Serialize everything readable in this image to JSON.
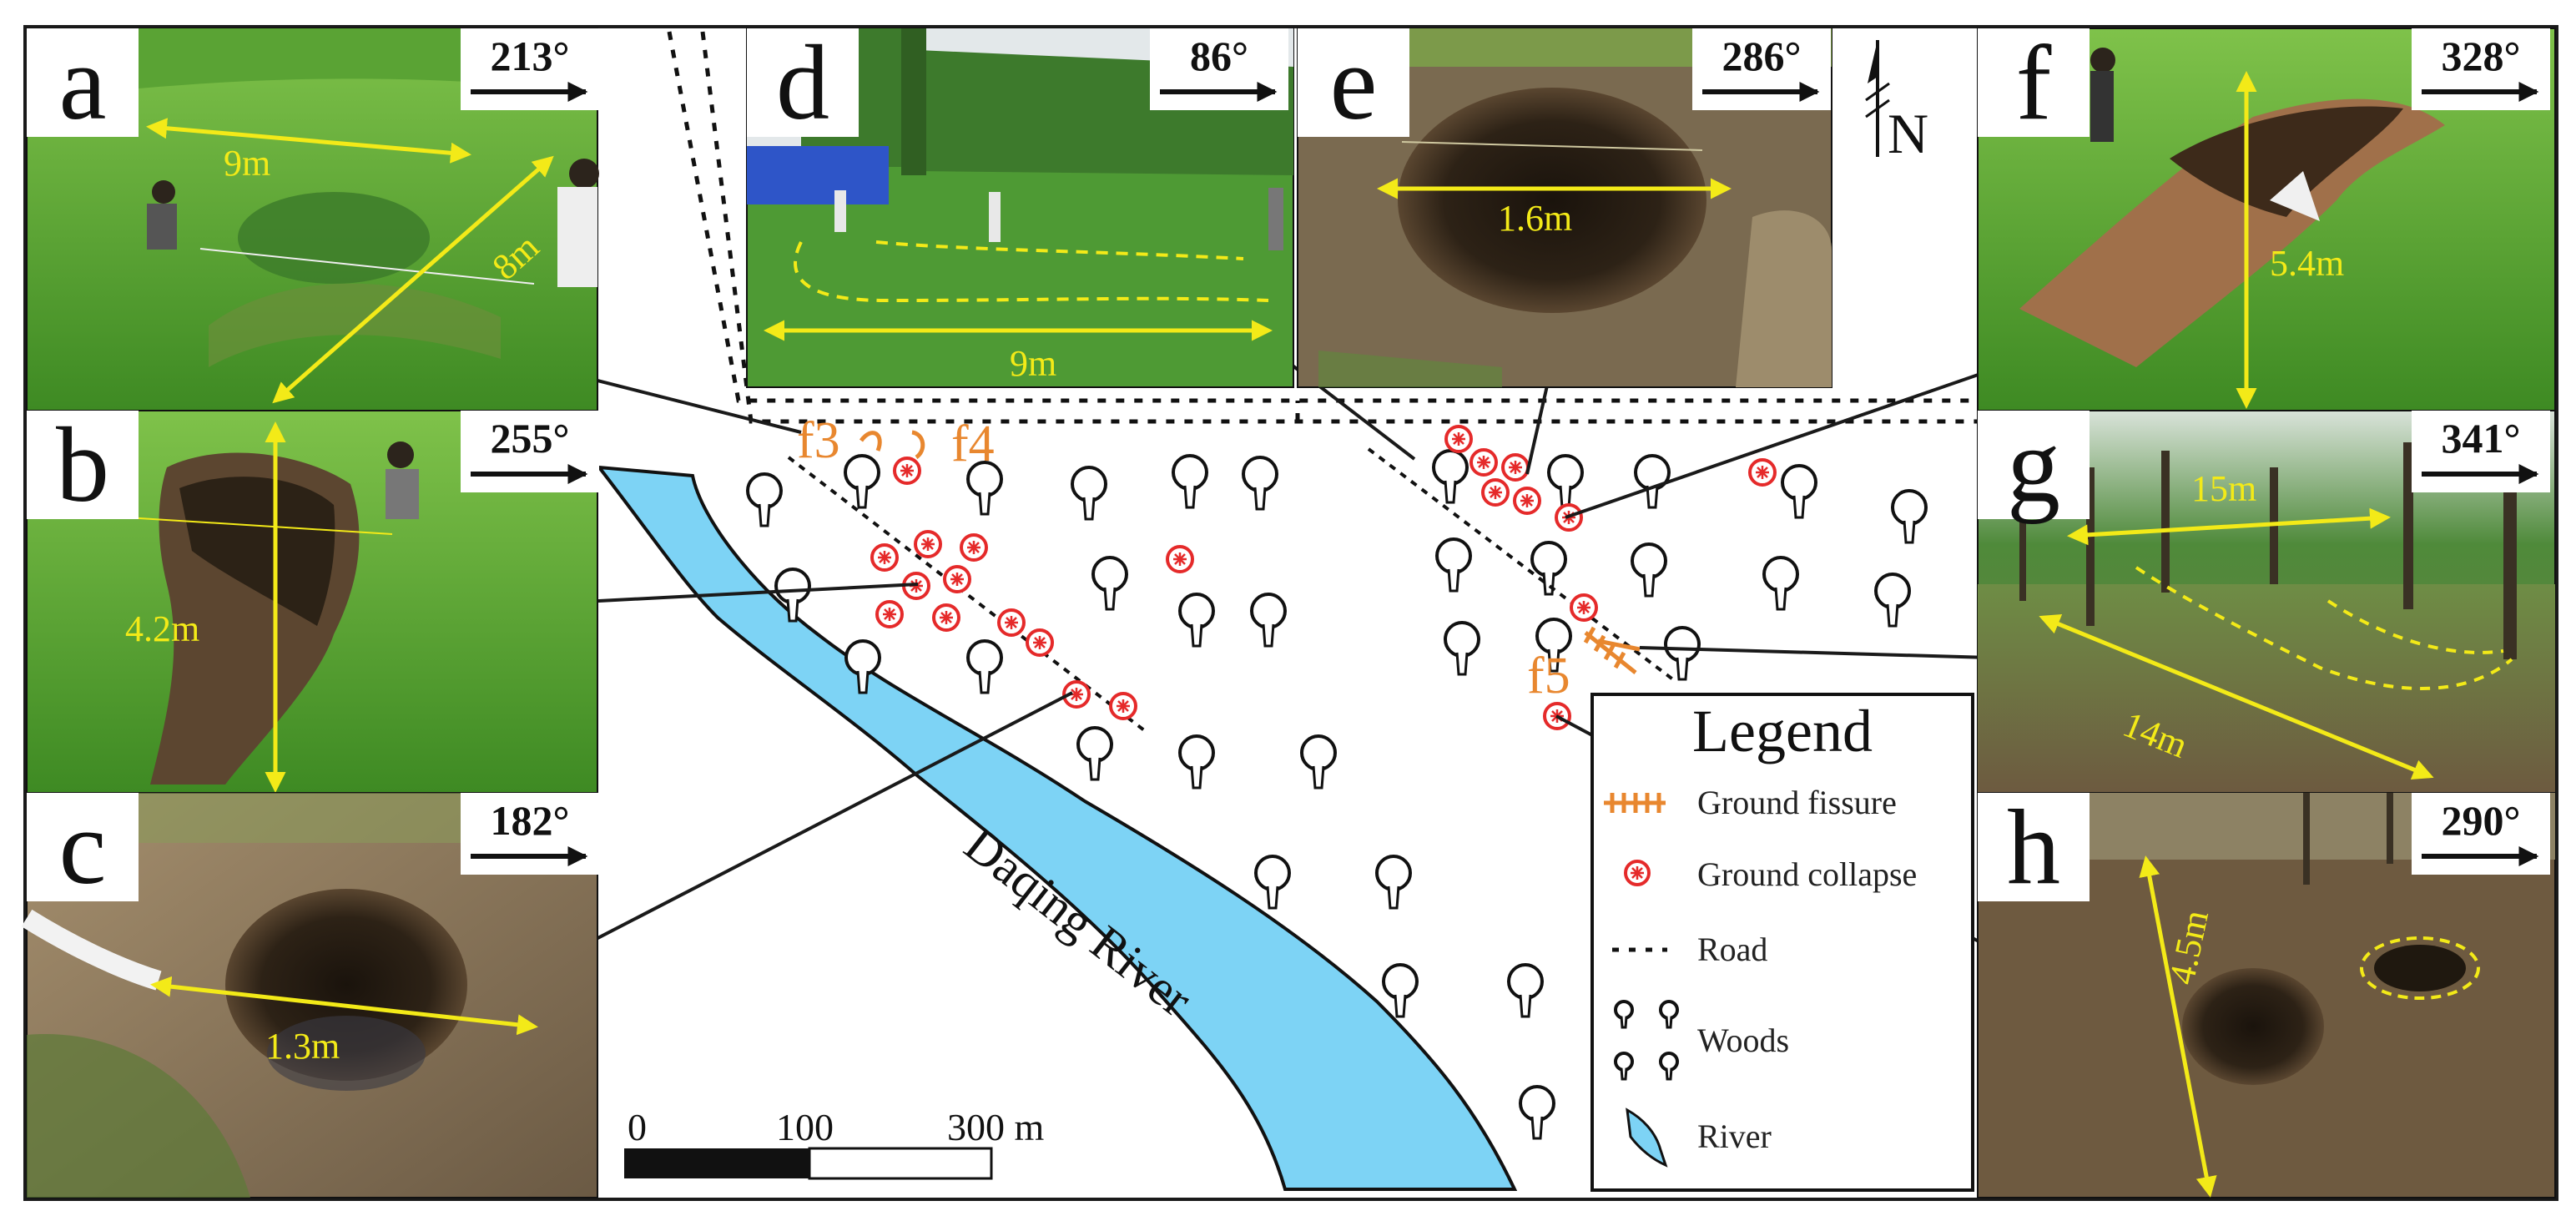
{
  "panels": [
    {
      "id": "a",
      "letter": "a",
      "bearing": "213°",
      "measures": [
        "9m",
        "8m"
      ]
    },
    {
      "id": "b",
      "letter": "b",
      "bearing": "255°",
      "measures": [
        "4.2m"
      ]
    },
    {
      "id": "c",
      "letter": "c",
      "bearing": "182°",
      "measures": [
        "1.3m"
      ]
    },
    {
      "id": "d",
      "letter": "d",
      "bearing": "86°",
      "measures": [
        "9m"
      ]
    },
    {
      "id": "e",
      "letter": "e",
      "bearing": "286°",
      "measures": [
        "1.6m"
      ]
    },
    {
      "id": "f",
      "letter": "f",
      "bearing": "328°",
      "measures": [
        "5.4m"
      ]
    },
    {
      "id": "g",
      "letter": "g",
      "bearing": "341°",
      "measures": [
        "15m",
        "14m"
      ]
    },
    {
      "id": "h",
      "letter": "h",
      "bearing": "290°",
      "measures": [
        "4.5m"
      ]
    }
  ],
  "map": {
    "north": "N",
    "river_label": "Daqing River",
    "fissure_labels": [
      "f3",
      "f4",
      "f5"
    ],
    "scale": {
      "ticks": [
        "0",
        "100",
        "300 m"
      ]
    }
  },
  "legend": {
    "title": "Legend",
    "items": [
      {
        "key": "fissure",
        "label": "Ground fissure"
      },
      {
        "key": "collapse",
        "label": "Ground collapse"
      },
      {
        "key": "road",
        "label": "Road"
      },
      {
        "key": "woods",
        "label": "Woods"
      },
      {
        "key": "river",
        "label": "River"
      }
    ]
  },
  "colors": {
    "river": "#7dd3f5",
    "collapse": "#e52a2a",
    "fissure_label": "#e8872f",
    "measure": "#f3ea18",
    "grass": "#4f9a2c",
    "soil": "#8c7456"
  }
}
